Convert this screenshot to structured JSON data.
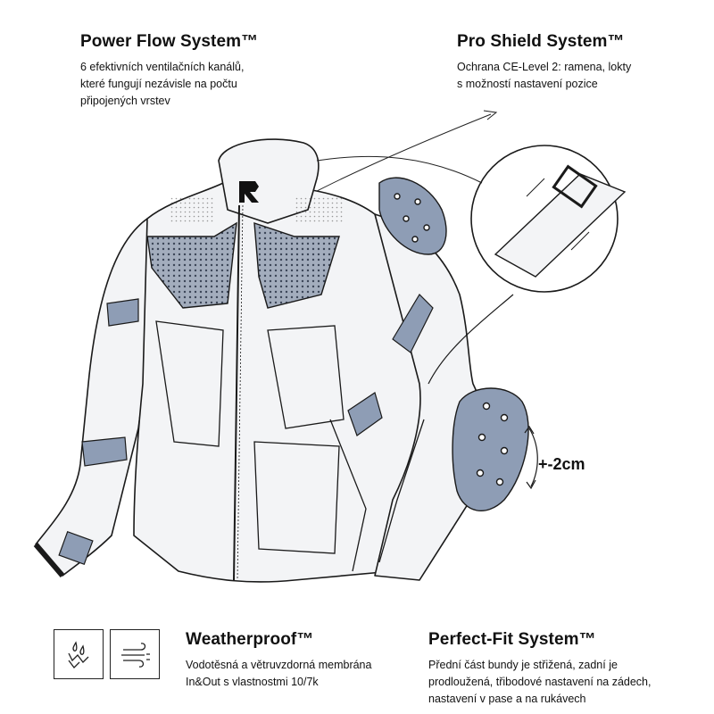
{
  "features": {
    "power_flow": {
      "title": "Power Flow System™",
      "description": "6 efektivních ventilačních kanálů,\nkteré fungují nezávisle na počtu\npřipojených vrstev"
    },
    "pro_shield": {
      "title": "Pro Shield System™",
      "description": "Ochrana CE-Level 2: ramena, lokty\ns možností nastavení pozice"
    },
    "weatherproof": {
      "title": "Weatherproof™",
      "description": "Vodotěsná a větruvzdorná membrána\nIn&Out s vlastnostmi 10/7k"
    },
    "perfect_fit": {
      "title": "Perfect-Fit System™",
      "description": "Přední část bundy je střižená, zadní je\nprodloužená, třibodové nastavení na zádech,\nnastavení v pase a na rukávech"
    }
  },
  "adjustment_label": "+-2cm",
  "icons": [
    "water-drops-icon",
    "wind-icon"
  ],
  "colors": {
    "protector": "#8e9db5",
    "outline": "#1a1a1a",
    "jacket_fill": "#f3f4f6",
    "mesh": "#9aa6b8"
  }
}
